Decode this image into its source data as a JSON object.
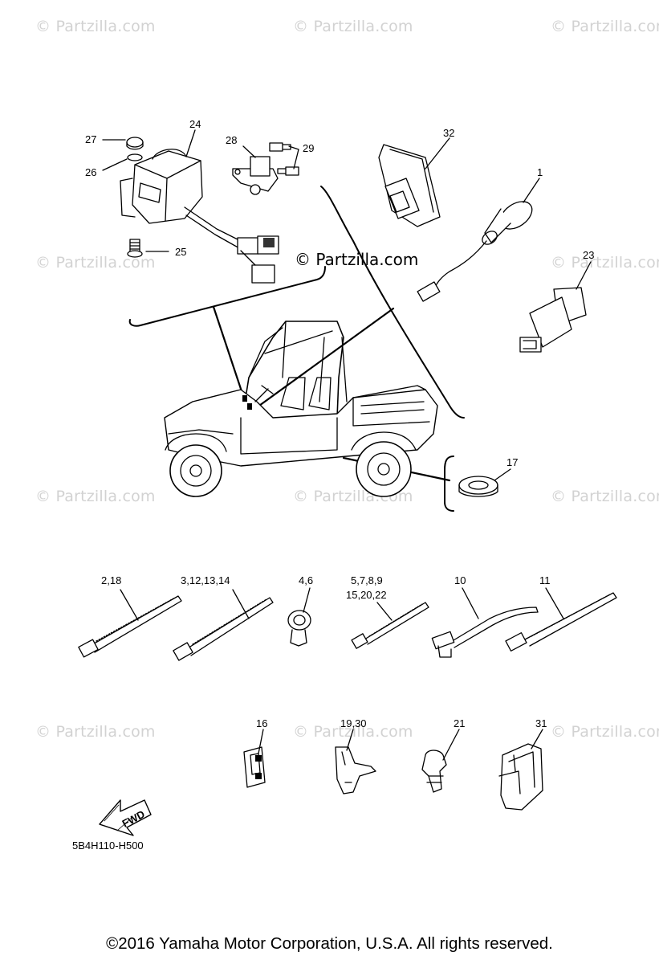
{
  "watermark": "© Partzilla.com",
  "center_watermark": "© Partzilla.com",
  "diagram_code": "5B4H110-H500",
  "fwd_label": "FWD",
  "copyright": "©2016 Yamaha Motor Corporation, U.S.A. All rights reserved.",
  "callouts": {
    "c24": "24",
    "c27": "27",
    "c26": "26",
    "c25": "25",
    "c28": "28",
    "c29": "29",
    "c32": "32",
    "c1": "1",
    "c23": "23",
    "c17": "17",
    "c2_18": "2,18",
    "c3_14": "3,12,13,14",
    "c4_6": "4,6",
    "c5_9": "5,7,8,9",
    "c15_22": "15,20,22",
    "c10": "10",
    "c11": "11",
    "c16": "16",
    "c19_30": "19,30",
    "c21": "21",
    "c31": "31"
  }
}
